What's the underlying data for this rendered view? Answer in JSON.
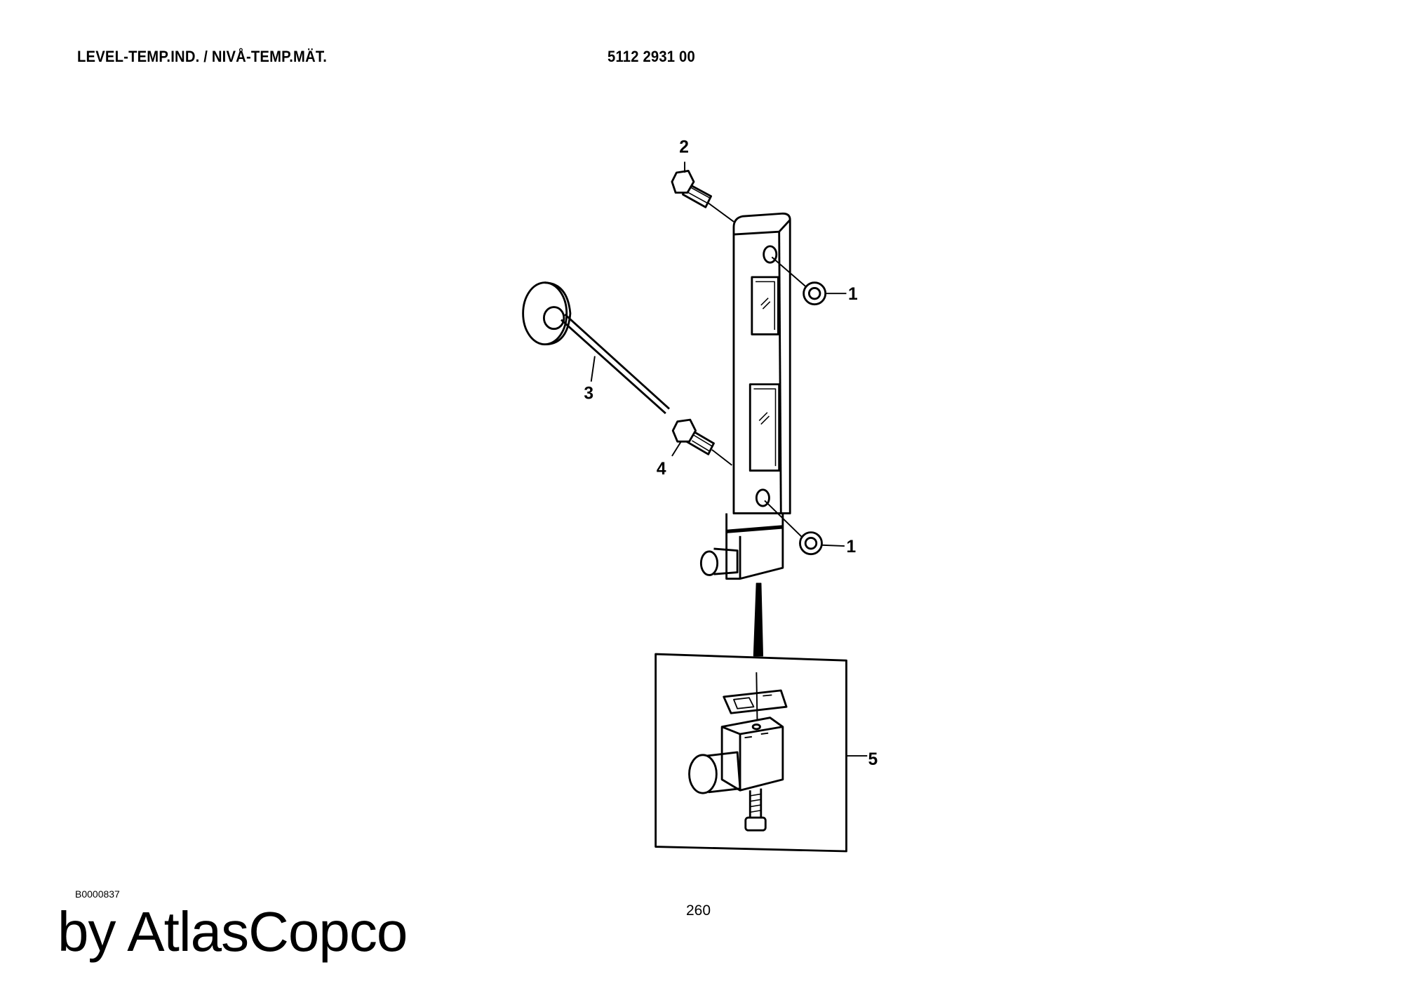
{
  "header": {
    "title": "LEVEL-TEMP.IND. / NIVÅ-TEMP.MÄT.",
    "part_number": "5112 2931 00"
  },
  "drawing": {
    "callouts": [
      "1",
      "2",
      "3",
      "4",
      "1",
      "5"
    ]
  },
  "footer": {
    "figure_id": "B0000837",
    "brand": "by AtlasCopco",
    "page_number": "260"
  }
}
